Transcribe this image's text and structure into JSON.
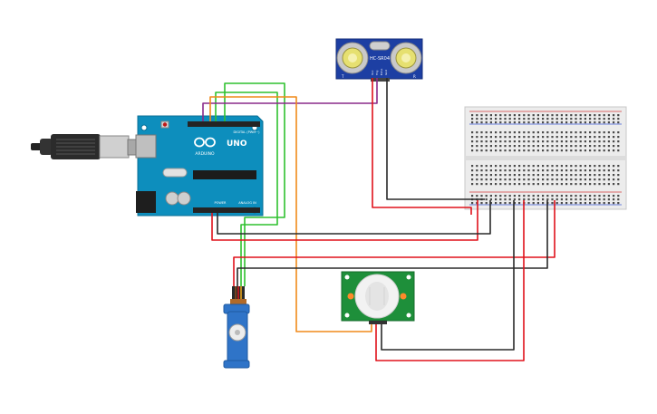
{
  "components": {
    "arduino": {
      "brand": "ARDUINO",
      "model": "UNO",
      "digital_label": "DIGITAL (PWM~)",
      "power_label": "POWER",
      "analog_label": "ANALOG IN"
    },
    "ultrasonic": {
      "model": "HC-SR04",
      "pin_vcc": "Vcc",
      "pin_trig": "Trig",
      "pin_echo": "Echo",
      "pin_gnd": "Gnd",
      "left_letter": "T",
      "right_letter": "R"
    }
  },
  "colors": {
    "red": "#e0121b",
    "black": "#2a2a2a",
    "green": "#2fc12f",
    "purple": "#8a2a8a",
    "orange": "#f08a1a",
    "board": "#0d8ebd",
    "sensor": "#1d3fa3",
    "pir": "#1e8f3a",
    "servo": "#2f74c8"
  }
}
